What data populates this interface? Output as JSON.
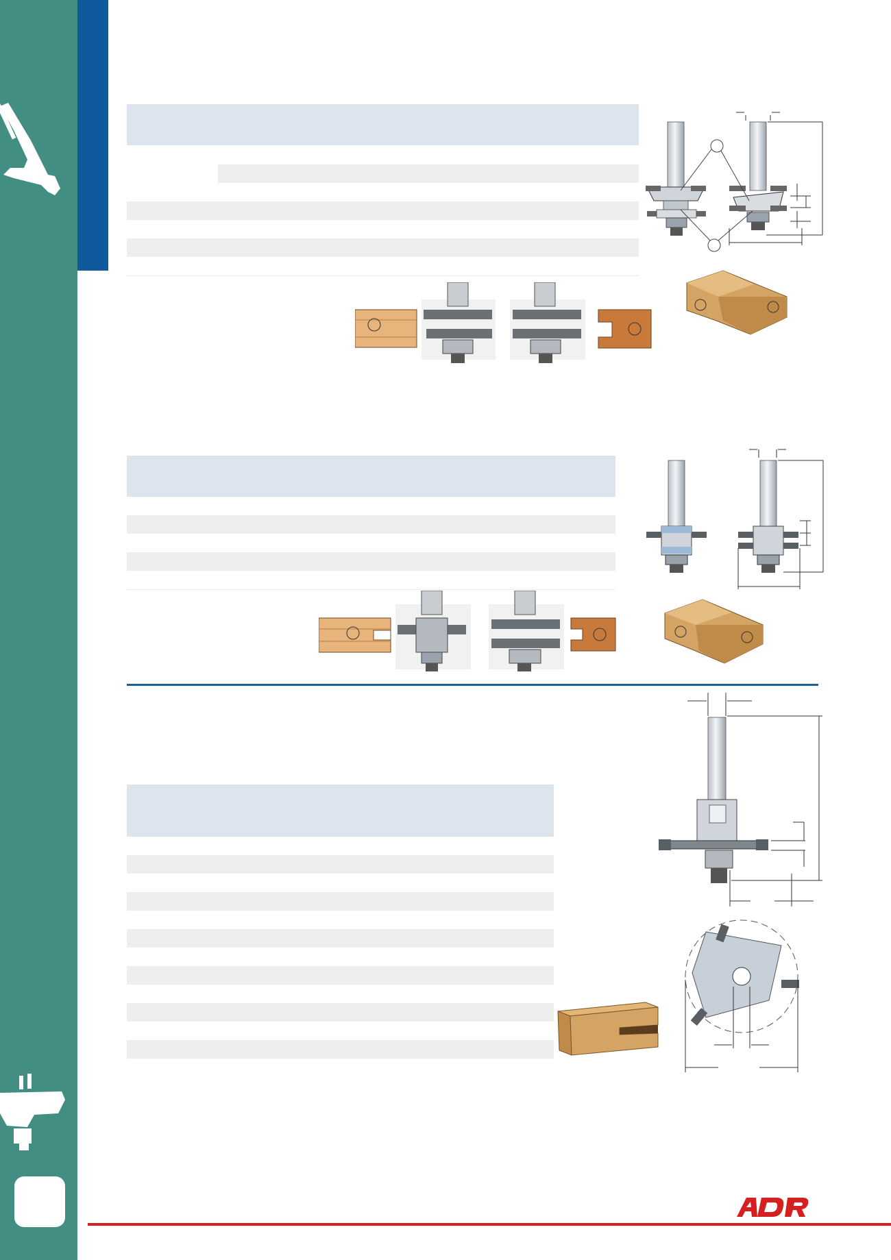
{
  "brand": {
    "name": "ADR",
    "color": "#d6201f"
  },
  "colors": {
    "rail": "#438e82",
    "tab": "#0e5a9c",
    "header_band": "#dce4ee",
    "row_band": "#eeeeee",
    "divider": "#1b5f9f",
    "footer_line": "#d6201f"
  },
  "icons": [
    "router-bit-set-drawing",
    "joint-profile-drawing",
    "slot-cutter-drawing",
    "slotted-wood-drawing"
  ]
}
